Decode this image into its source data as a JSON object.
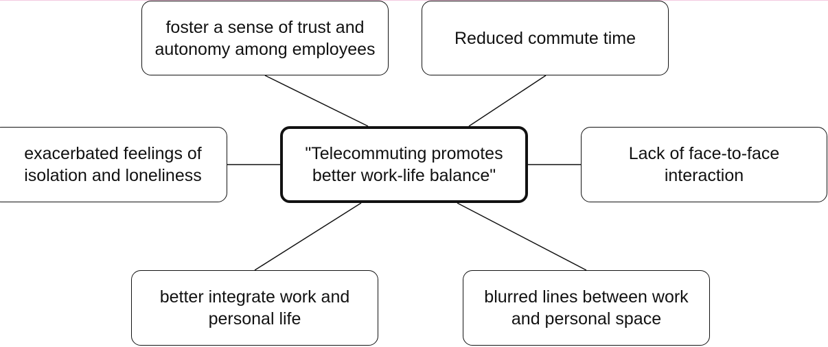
{
  "central_topic": "\"Telecommuting promotes better work-life balance\"",
  "branches": {
    "top_left": "foster a sense of trust and autonomy among employees",
    "top_right": "Reduced commute time",
    "middle_left": "exacerbated feelings of isolation and loneliness",
    "middle_right": "Lack of face-to-face interaction",
    "bottom_left": "better integrate work and personal life",
    "bottom_right": "blurred lines between work and personal space"
  }
}
